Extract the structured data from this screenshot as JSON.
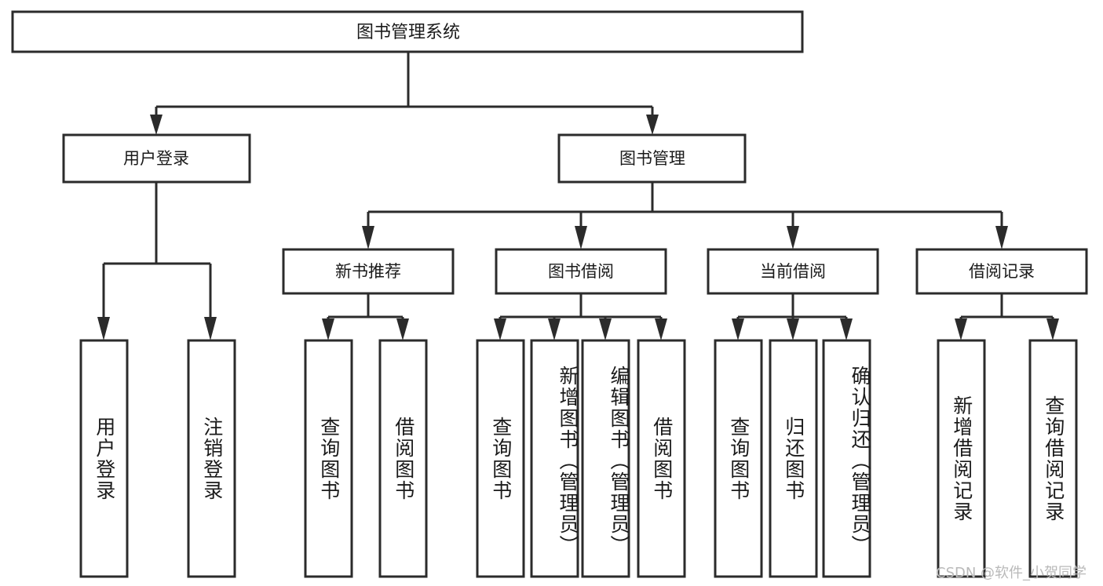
{
  "diagram": {
    "type": "tree-hierarchy-chart",
    "title": "图书管理系统",
    "background_color": "#ffffff",
    "line_color": "#2b2b2b",
    "text_color": "#1a1a1a",
    "root": {
      "id": "root",
      "label": "图书管理系统"
    },
    "level2": [
      {
        "id": "user-login",
        "label": "用户登录"
      },
      {
        "id": "book-management",
        "label": "图书管理"
      }
    ],
    "level3": [
      {
        "id": "new-book-recommend",
        "label": "新书推荐",
        "parent": "book-management"
      },
      {
        "id": "book-borrow",
        "label": "图书借阅",
        "parent": "book-management"
      },
      {
        "id": "current-borrow",
        "label": "当前借阅",
        "parent": "book-management"
      },
      {
        "id": "borrow-record",
        "label": "借阅记录",
        "parent": "book-management"
      }
    ],
    "leaves": [
      {
        "id": "leaf-user-login",
        "label": "用户登录",
        "parent": "user-login"
      },
      {
        "id": "leaf-logout-login",
        "label": "注销登录",
        "parent": "user-login"
      },
      {
        "id": "leaf-query-book-1",
        "label": "查询图书",
        "parent": "new-book-recommend"
      },
      {
        "id": "leaf-borrow-book-1",
        "label": "借阅图书",
        "parent": "new-book-recommend"
      },
      {
        "id": "leaf-query-book-2",
        "label": "查询图书",
        "parent": "book-borrow"
      },
      {
        "id": "leaf-add-book",
        "label": "新增图书（管理员）",
        "parent": "book-borrow"
      },
      {
        "id": "leaf-edit-book",
        "label": "编辑图书（管理员）",
        "parent": "book-borrow"
      },
      {
        "id": "leaf-borrow-book-2",
        "label": "借阅图书",
        "parent": "book-borrow"
      },
      {
        "id": "leaf-query-book-3",
        "label": "查询图书",
        "parent": "current-borrow"
      },
      {
        "id": "leaf-return-book",
        "label": "归还图书",
        "parent": "current-borrow"
      },
      {
        "id": "leaf-confirm-return",
        "label": "确认归还（管理员）",
        "parent": "current-borrow"
      },
      {
        "id": "leaf-add-record",
        "label": "新增借阅记录",
        "parent": "borrow-record"
      },
      {
        "id": "leaf-query-record",
        "label": "查询借阅记录",
        "parent": "borrow-record"
      }
    ]
  },
  "watermark": {
    "text": "CSDN @软件_小贺同学"
  }
}
